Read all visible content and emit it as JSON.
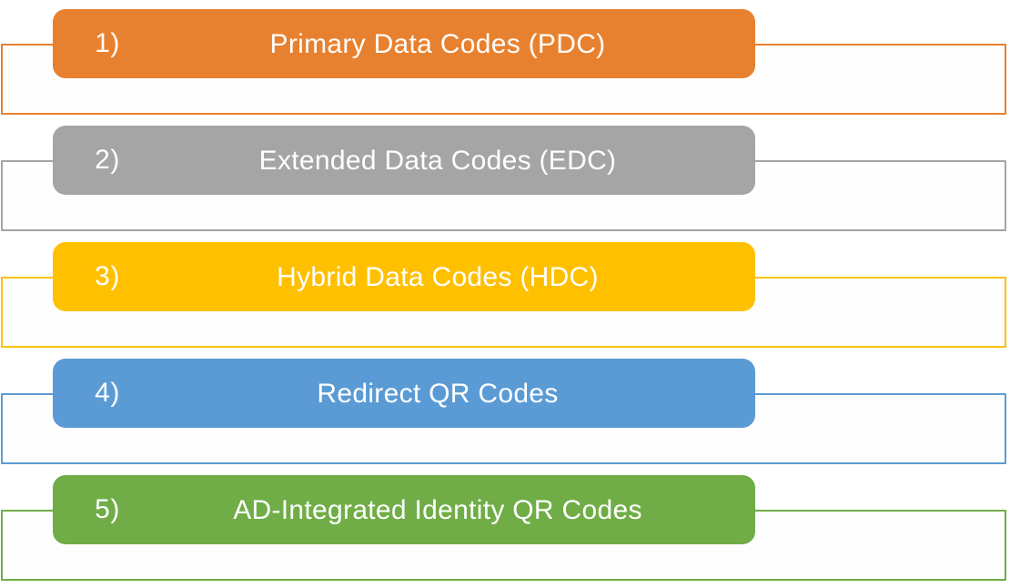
{
  "diagram": {
    "type": "numbered-list-banners",
    "background_color": "#FFFFFF",
    "item_count": 5
  },
  "items": [
    {
      "number": "1)",
      "label": "Primary Data Codes (PDC)",
      "color": "#E8812F",
      "text_color": "#FFFFFF"
    },
    {
      "number": "2)",
      "label": "Extended Data Codes (EDC)",
      "color": "#A5A5A5",
      "text_color": "#FFFFFF"
    },
    {
      "number": "3)",
      "label": "Hybrid Data Codes (HDC)",
      "color": "#FFC000",
      "text_color": "#FFFFFF"
    },
    {
      "number": "4)",
      "label": "Redirect QR Codes",
      "color": "#5B9BD5",
      "text_color": "#FFFFFF"
    },
    {
      "number": "5)",
      "label": "AD-Integrated Identity QR Codes",
      "color": "#70AD47",
      "text_color": "#FFFFFF"
    }
  ]
}
